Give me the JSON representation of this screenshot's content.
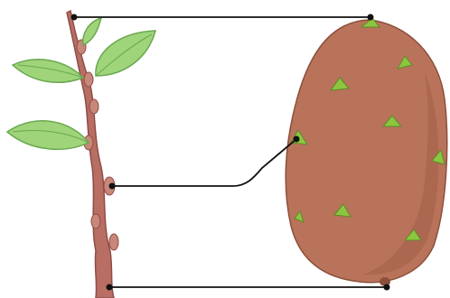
{
  "diagram": {
    "subject": "stem-and-potato-tuber-comparison",
    "connectors": [
      {
        "id": "top-connector",
        "links": [
          "stem-tip",
          "tuber-apical-eye"
        ]
      },
      {
        "id": "middle-connector",
        "links": [
          "stem-axillary-bud",
          "tuber-lateral-eye"
        ]
      },
      {
        "id": "bottom-connector",
        "links": [
          "stem-base",
          "tuber-base"
        ]
      }
    ]
  },
  "colors": {
    "line": "#111111",
    "stem": "#b96e63",
    "stem_dark": "#8d4d47",
    "leaf": "#9fd47a",
    "leaf_dark": "#6aa84f",
    "tuber": "#b9735a",
    "tuber_dark": "#8c4f3b",
    "eye": "#8cc63f"
  }
}
